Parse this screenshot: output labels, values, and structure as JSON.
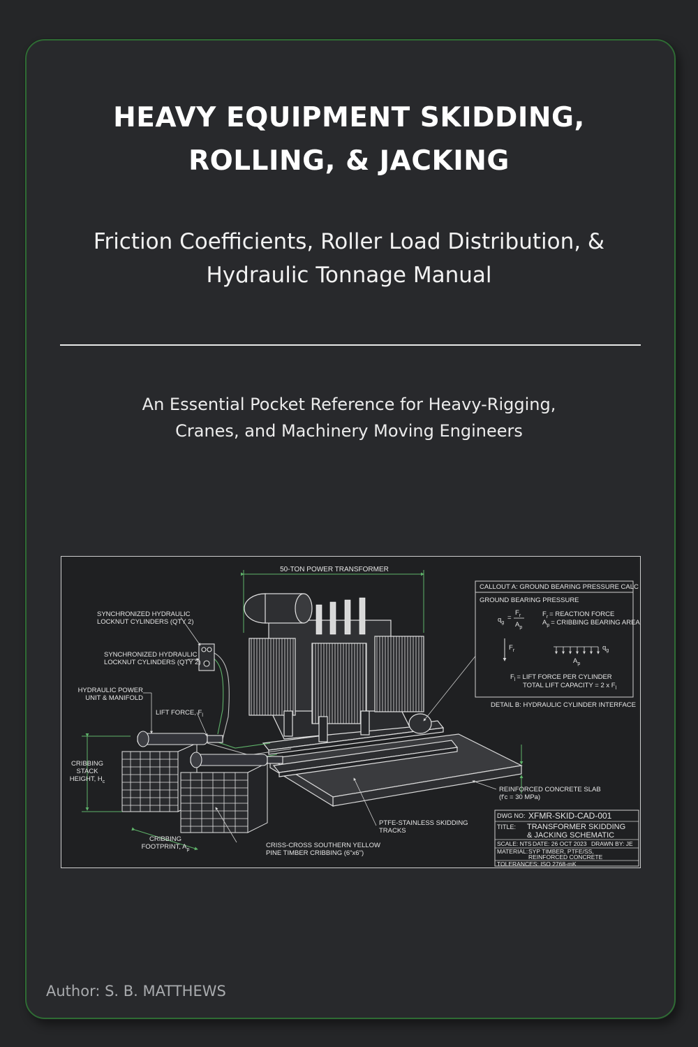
{
  "book": {
    "title_line1": "HEAVY EQUIPMENT SKIDDING,",
    "title_line2": "ROLLING, & JACKING",
    "subtitle_line1": "Friction Coefficients, Roller Load Distribution, &",
    "subtitle_line2": "Hydraulic Tonnage Manual",
    "tagline_line1": "An Essential Pocket Reference for Heavy-Rigging,",
    "tagline_line2": "Cranes, and Machinery Moving Engineers",
    "author": "Author: S. B. MATTHEWS"
  },
  "colors": {
    "background": "#252628",
    "frame": "#2f6b34",
    "text": "#ffffff",
    "author": "#a9abae",
    "accent_green": "#5fb36a"
  },
  "drawing": {
    "labels": {
      "transformer": "50-TON POWER TRANSFORMER",
      "cyl_a1": "SYNCHRONIZED HYDRAULIC",
      "cyl_a2": "LOCKNUT CYLINDERS (QTY 2)",
      "cyl_b1": "SYNCHRONIZED HYDRAULIC",
      "cyl_b2": "LOCKNUT CYLINDERS (QTY 2)",
      "hpu1": "HYDRAULIC POWER",
      "hpu2": "UNIT & MANIFOLD",
      "lift": "LIFT FORCE, F",
      "lift_sub": "l",
      "stack1": "CRIBBING",
      "stack2": "STACK",
      "stack3": "HEIGHT, H",
      "stack_sub": "c",
      "foot1": "CRIBBING",
      "foot2": "FOOTPRINT, A",
      "foot_sub": "p",
      "crib1": "CRISS-CROSS SOUTHERN YELLOW",
      "crib2": "PINE TIMBER CRIBBING  (6\"x6\")",
      "ptfe1": "PTFE-STAINLESS SKIDDING",
      "ptfe2": "TRACKS",
      "slab1": "REINFORCED CONCRETE SLAB",
      "slab2": "(f'c = 30 MPa)"
    },
    "callout": {
      "header": "CALLOUT A: GROUND BEARING PRESSURE CALC",
      "subheader": "GROUND BEARING PRESSURE",
      "qg": "q",
      "qg_sub": "g",
      "eq": "=",
      "fr": "F",
      "fr_sub": "r",
      "ap": "A",
      "ap_sub": "p",
      "def1": "= REACTION FORCE",
      "def2": "= CRIBBING BEARING AREA",
      "arrow_f": "F",
      "arrow_f_sub": "r",
      "arrow_q": "q",
      "arrow_q_sub": "g",
      "arrow_a": "A",
      "arrow_a_sub": "p",
      "fl_line": "= LIFT FORCE PER CYLINDER",
      "fl_sym": "F",
      "fl_sub": "l",
      "total_line": "TOTAL LIFT CAPACITY = 2 x F",
      "total_sub": "l",
      "detail_b": "DETAIL B: HYDRAULIC CYLINDER INTERFACE"
    },
    "title_block": {
      "dwg_label": "DWG NO:",
      "dwg_value": "XFMR-SKID-CAD-001",
      "title_label": "TITLE:",
      "title_value1": "TRANSFORMER SKIDDING",
      "title_value2": "& JACKING SCHEMATIC",
      "scale": "SCALE: NTS",
      "date": "DATE: 26 OCT 2023",
      "drawn": "DRAWN BY: JE",
      "material_label": "MATERIAL:",
      "material1": "SYP TIMBER, PTFE/SS,",
      "material2": "REINFORCED CONCRETE",
      "tolerances": "TOLERANCES: ISO 2768-mK"
    }
  }
}
